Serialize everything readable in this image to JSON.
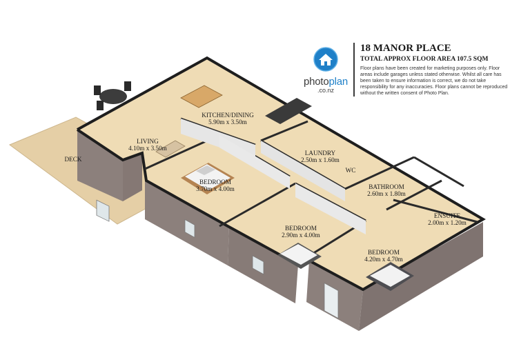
{
  "brand": {
    "name_part1": "photo",
    "name_part2": "plan",
    "domain": ".co.nz",
    "accent_color": "#1f80c8",
    "icon": "house-icon"
  },
  "header": {
    "title": "18 MANOR PLACE",
    "area": "TOTAL APPROX FLOOR AREA 107.5 SQM",
    "disclaimer": "Floor plans have been created for marketing purposes only. Floor areas include garages unless stated otherwise. Whilst all care has been taken to ensure information is correct, we do not take responsibility for any inaccuracies. Floor plans cannot be reproduced without the written consent of Photo Plan."
  },
  "rooms": {
    "kitchen": {
      "name": "KITCHEN/DINING",
      "size": "5.90m x 3.50m"
    },
    "living": {
      "name": "LIVING",
      "size": "4.10m x 3.50m"
    },
    "deck": {
      "name": "DECK"
    },
    "laundry": {
      "name": "LAUNDRY",
      "size": "2.50m x 1.60m"
    },
    "wc": {
      "name": "WC"
    },
    "bathroom": {
      "name": "BATHROOM",
      "size": "2.60m x 1.80m"
    },
    "ensuite": {
      "name": "ENSUITE",
      "size": "2.00m x 1.20m"
    },
    "bedroom1": {
      "name": "BEDROOM",
      "size": "3.70m x 4.00m"
    },
    "bedroom2": {
      "name": "BEDROOM",
      "size": "2.90m x 4.00m"
    },
    "bedroom3": {
      "name": "BEDROOM",
      "size": "4.20m x 4.70m"
    }
  },
  "colors": {
    "floor": "#efdcb5",
    "deck": "#e3cca3",
    "wall_top": "#1e1e1e",
    "wall_side": "#8a7f7b"
  }
}
